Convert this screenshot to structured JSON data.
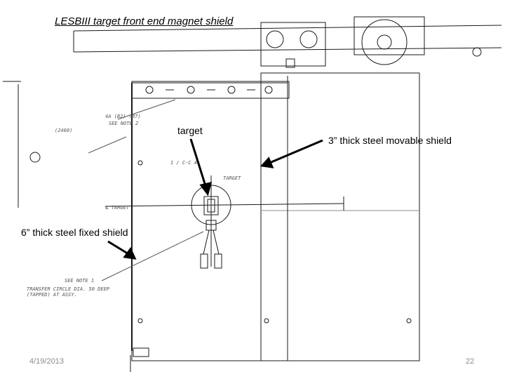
{
  "slide": {
    "title": "LESBIII target front end magnet shield",
    "labels": {
      "target": "target",
      "movable_shield": "3” thick steel movable shield",
      "fixed_shield": "6” thick steel fixed shield"
    },
    "footer": {
      "date": "4/19/2013",
      "page": "22"
    }
  },
  "drawing": {
    "notes": {
      "n1": "4A (B2) (B7)",
      "n2": "SEE NOTE 2",
      "n3": "(2460)",
      "n4": "1 / C-C A",
      "n5": "TARGET",
      "n6": "℄ TARGET",
      "n7": "SEE NOTE 1",
      "n8": "TRANSFER CIRCLE DIA. 50 DEEP (TAPPED) AT ASSY."
    },
    "colors": {
      "line": "#1a1a1a",
      "faint": "#8c8c8c",
      "arrow": "#000000"
    }
  }
}
